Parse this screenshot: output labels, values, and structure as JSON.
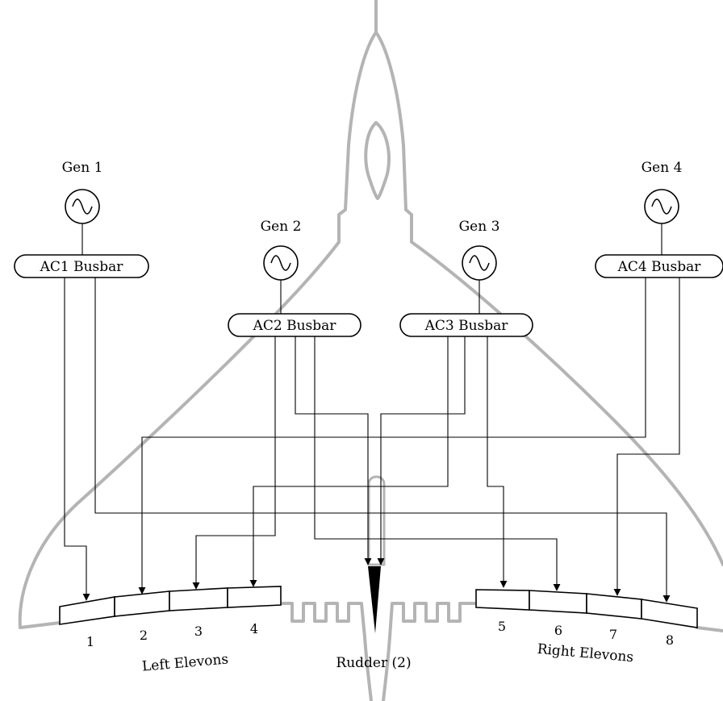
{
  "generators": [
    {
      "id": "gen1",
      "label": "Gen 1"
    },
    {
      "id": "gen2",
      "label": "Gen 2"
    },
    {
      "id": "gen3",
      "label": "Gen 3"
    },
    {
      "id": "gen4",
      "label": "Gen 4"
    }
  ],
  "busbars": [
    {
      "id": "ac1",
      "label": "AC1 Busbar"
    },
    {
      "id": "ac2",
      "label": "AC2 Busbar"
    },
    {
      "id": "ac3",
      "label": "AC3 Busbar"
    },
    {
      "id": "ac4",
      "label": "AC4 Busbar"
    }
  ],
  "elevons": {
    "left_label": "Left Elevons",
    "right_label": "Right Elevons",
    "numbers": [
      "1",
      "2",
      "3",
      "4",
      "5",
      "6",
      "7",
      "8"
    ]
  },
  "rudder": {
    "label": "Rudder (2)"
  },
  "connections": [
    {
      "from": "AC1 Busbar",
      "to": "1"
    },
    {
      "from": "AC1 Busbar",
      "to": "8"
    },
    {
      "from": "AC2 Busbar",
      "to": "3"
    },
    {
      "from": "AC2 Busbar",
      "to": "6"
    },
    {
      "from": "AC2 Busbar",
      "to": "Rudder (2)"
    },
    {
      "from": "AC3 Busbar",
      "to": "4"
    },
    {
      "from": "AC3 Busbar",
      "to": "5"
    },
    {
      "from": "AC3 Busbar",
      "to": "Rudder (2)"
    },
    {
      "from": "AC4 Busbar",
      "to": "2"
    },
    {
      "from": "AC4 Busbar",
      "to": "7"
    }
  ],
  "colors": {
    "outline": "#b4b4b4",
    "wire": "#000000",
    "background": "#ffffff"
  }
}
